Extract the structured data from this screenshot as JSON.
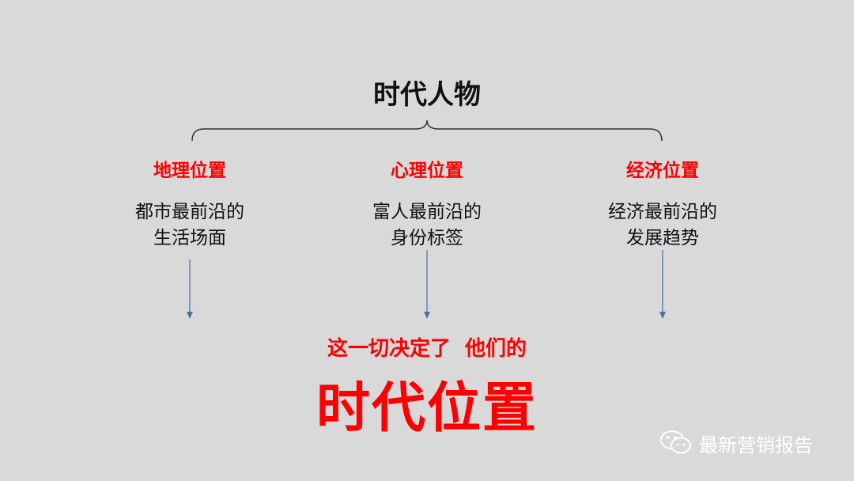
{
  "title": "时代人物",
  "columns": [
    {
      "heading": "地理位置",
      "line1": "都市最前沿的",
      "line2": "生活场面"
    },
    {
      "heading": "心理位置",
      "line1": "富人最前沿的",
      "line2": "身份标签"
    },
    {
      "heading": "经济位置",
      "line1": "经济最前沿的",
      "line2": "发展趋势"
    }
  ],
  "conclusion": {
    "line1": "这一切决定了  他们的",
    "line2": "时代位置"
  },
  "watermark": {
    "icon": "wechat-icon",
    "text": "最新营销报告"
  },
  "colors": {
    "background": "#d9d9d9",
    "accent": "#ff0000",
    "arrow": "#4a6fa5",
    "text": "#111111"
  }
}
